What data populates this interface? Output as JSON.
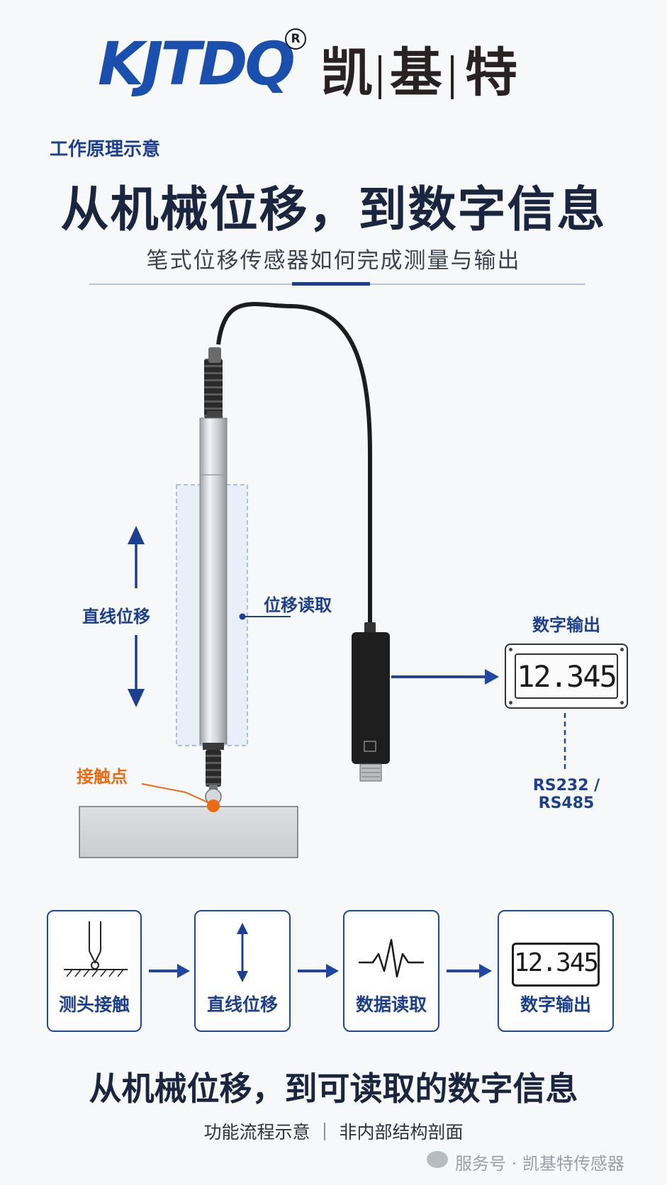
{
  "logo": {
    "latin": "KJTDQ",
    "registered": "R",
    "cn_chars": [
      "凯",
      "基",
      "特"
    ]
  },
  "header": {
    "kicker": "工作原理示意",
    "title": "从机械位移，到数字信息",
    "subtitle": "笔式位移传感器如何完成测量与输出"
  },
  "diagram": {
    "linear_displacement": "直线位移",
    "displacement_read": "位移读取",
    "contact_point": "接触点",
    "digital_output": "数字输出",
    "display_value": "12.345",
    "interface": "RS232 / RS485"
  },
  "flow": {
    "steps": [
      {
        "label": "测头接触",
        "icon": "probe-contact-icon"
      },
      {
        "label": "直线位移",
        "icon": "double-arrow-icon"
      },
      {
        "label": "数据读取",
        "icon": "waveform-icon"
      },
      {
        "label": "数字输出",
        "icon": "digital-display-icon",
        "display": "12.345"
      }
    ]
  },
  "footer": {
    "headline": "从机械位移，到可读取的数字信息",
    "note": "功能流程示意 ｜ 非内部结构剖面",
    "watermark": "服务号 · 凯基特传感器"
  },
  "colors": {
    "brand_blue": "#1a4fae",
    "navy": "#1d3f8f",
    "contact_orange": "#ee6a12"
  }
}
